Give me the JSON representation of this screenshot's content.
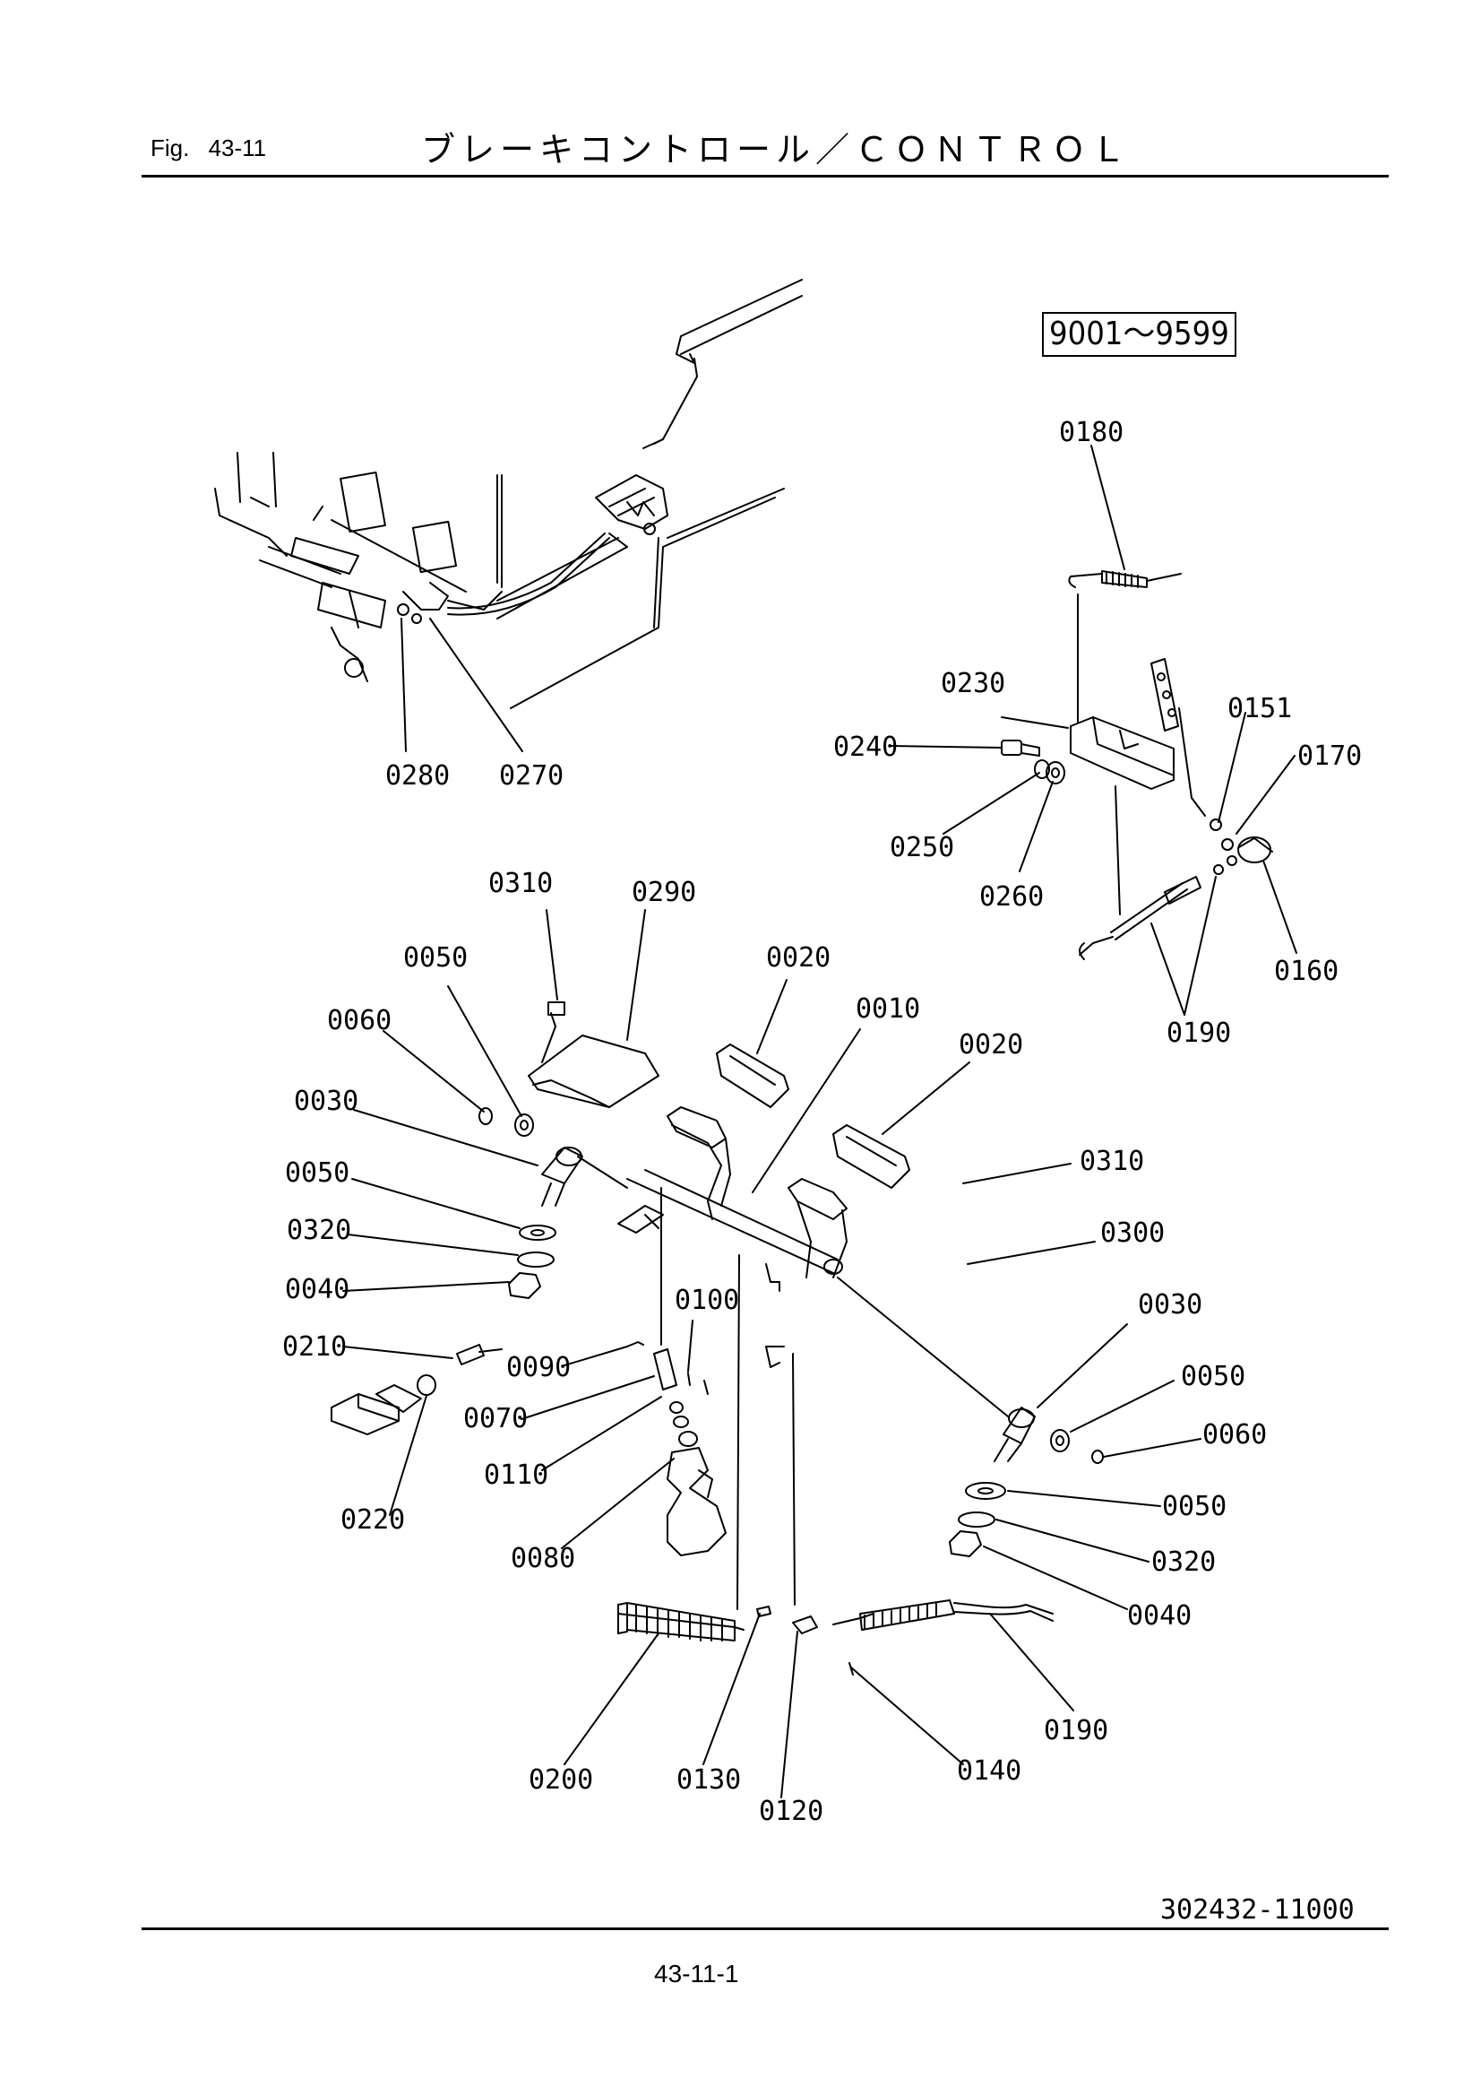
{
  "header": {
    "fig_label": "Fig.",
    "fig_number": "43-11",
    "title": "ブレーキコントロール／ＣＯＮＴＲＯＬ"
  },
  "serial_range": "9001～9599",
  "doc_number": "302432-11000",
  "page_number": "43-11-1",
  "callouts": [
    {
      "id": "c0180",
      "label": "0180"
    },
    {
      "id": "c0230",
      "label": "0230"
    },
    {
      "id": "c0151",
      "label": "0151"
    },
    {
      "id": "c0240",
      "label": "0240"
    },
    {
      "id": "c0170",
      "label": "0170"
    },
    {
      "id": "c0250",
      "label": "0250"
    },
    {
      "id": "c0260",
      "label": "0260"
    },
    {
      "id": "c0160",
      "label": "0160"
    },
    {
      "id": "c0190a",
      "label": "0190"
    },
    {
      "id": "c0280",
      "label": "0280"
    },
    {
      "id": "c0270",
      "label": "0270"
    },
    {
      "id": "c0310a",
      "label": "0310"
    },
    {
      "id": "c0290",
      "label": "0290"
    },
    {
      "id": "c0050a",
      "label": "0050"
    },
    {
      "id": "c0020a",
      "label": "0020"
    },
    {
      "id": "c0010",
      "label": "0010"
    },
    {
      "id": "c0060a",
      "label": "0060"
    },
    {
      "id": "c0020b",
      "label": "0020"
    },
    {
      "id": "c0030a",
      "label": "0030"
    },
    {
      "id": "c0050b",
      "label": "0050"
    },
    {
      "id": "c0310b",
      "label": "0310"
    },
    {
      "id": "c0320a",
      "label": "0320"
    },
    {
      "id": "c0300",
      "label": "0300"
    },
    {
      "id": "c0040a",
      "label": "0040"
    },
    {
      "id": "c0100",
      "label": "0100"
    },
    {
      "id": "c0030b",
      "label": "0030"
    },
    {
      "id": "c0210",
      "label": "0210"
    },
    {
      "id": "c0090",
      "label": "0090"
    },
    {
      "id": "c0050c",
      "label": "0050"
    },
    {
      "id": "c0070",
      "label": "0070"
    },
    {
      "id": "c0060b",
      "label": "0060"
    },
    {
      "id": "c0110",
      "label": "0110"
    },
    {
      "id": "c0220",
      "label": "0220"
    },
    {
      "id": "c0050d",
      "label": "0050"
    },
    {
      "id": "c0080",
      "label": "0080"
    },
    {
      "id": "c0320b",
      "label": "0320"
    },
    {
      "id": "c0040b",
      "label": "0040"
    },
    {
      "id": "c0190b",
      "label": "0190"
    },
    {
      "id": "c0200",
      "label": "0200"
    },
    {
      "id": "c0130",
      "label": "0130"
    },
    {
      "id": "c0140",
      "label": "0140"
    },
    {
      "id": "c0120",
      "label": "0120"
    }
  ]
}
